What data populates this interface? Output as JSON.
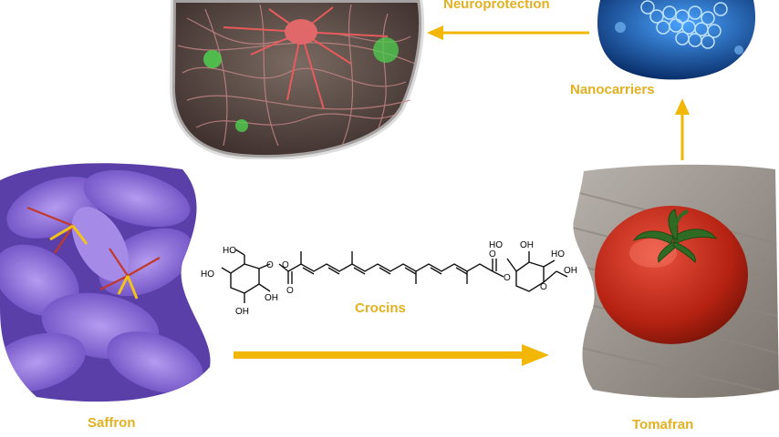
{
  "labels": {
    "neuroprotection": "Neuroprotection",
    "nanocarriers": "Nanocarriers",
    "crocins": "Crocins",
    "saffron": "Saffron",
    "tomafran": "Tomafran"
  },
  "molecule": {
    "left_ring": {
      "ho_top": "HO",
      "ho_mid": "HO",
      "oh_bottom": "OH",
      "oh_right": "OH"
    },
    "right_ring": {
      "ho_top1": "HO",
      "oh_top": "OH",
      "ho_top2": "HO",
      "oh_right": "OH"
    }
  },
  "colors": {
    "accent": "#f2b705",
    "label": "#e2b020",
    "saffron_petal": "#8f6fd8",
    "tomato": "#c8281a",
    "nano_blue": "#1d6fc4"
  }
}
